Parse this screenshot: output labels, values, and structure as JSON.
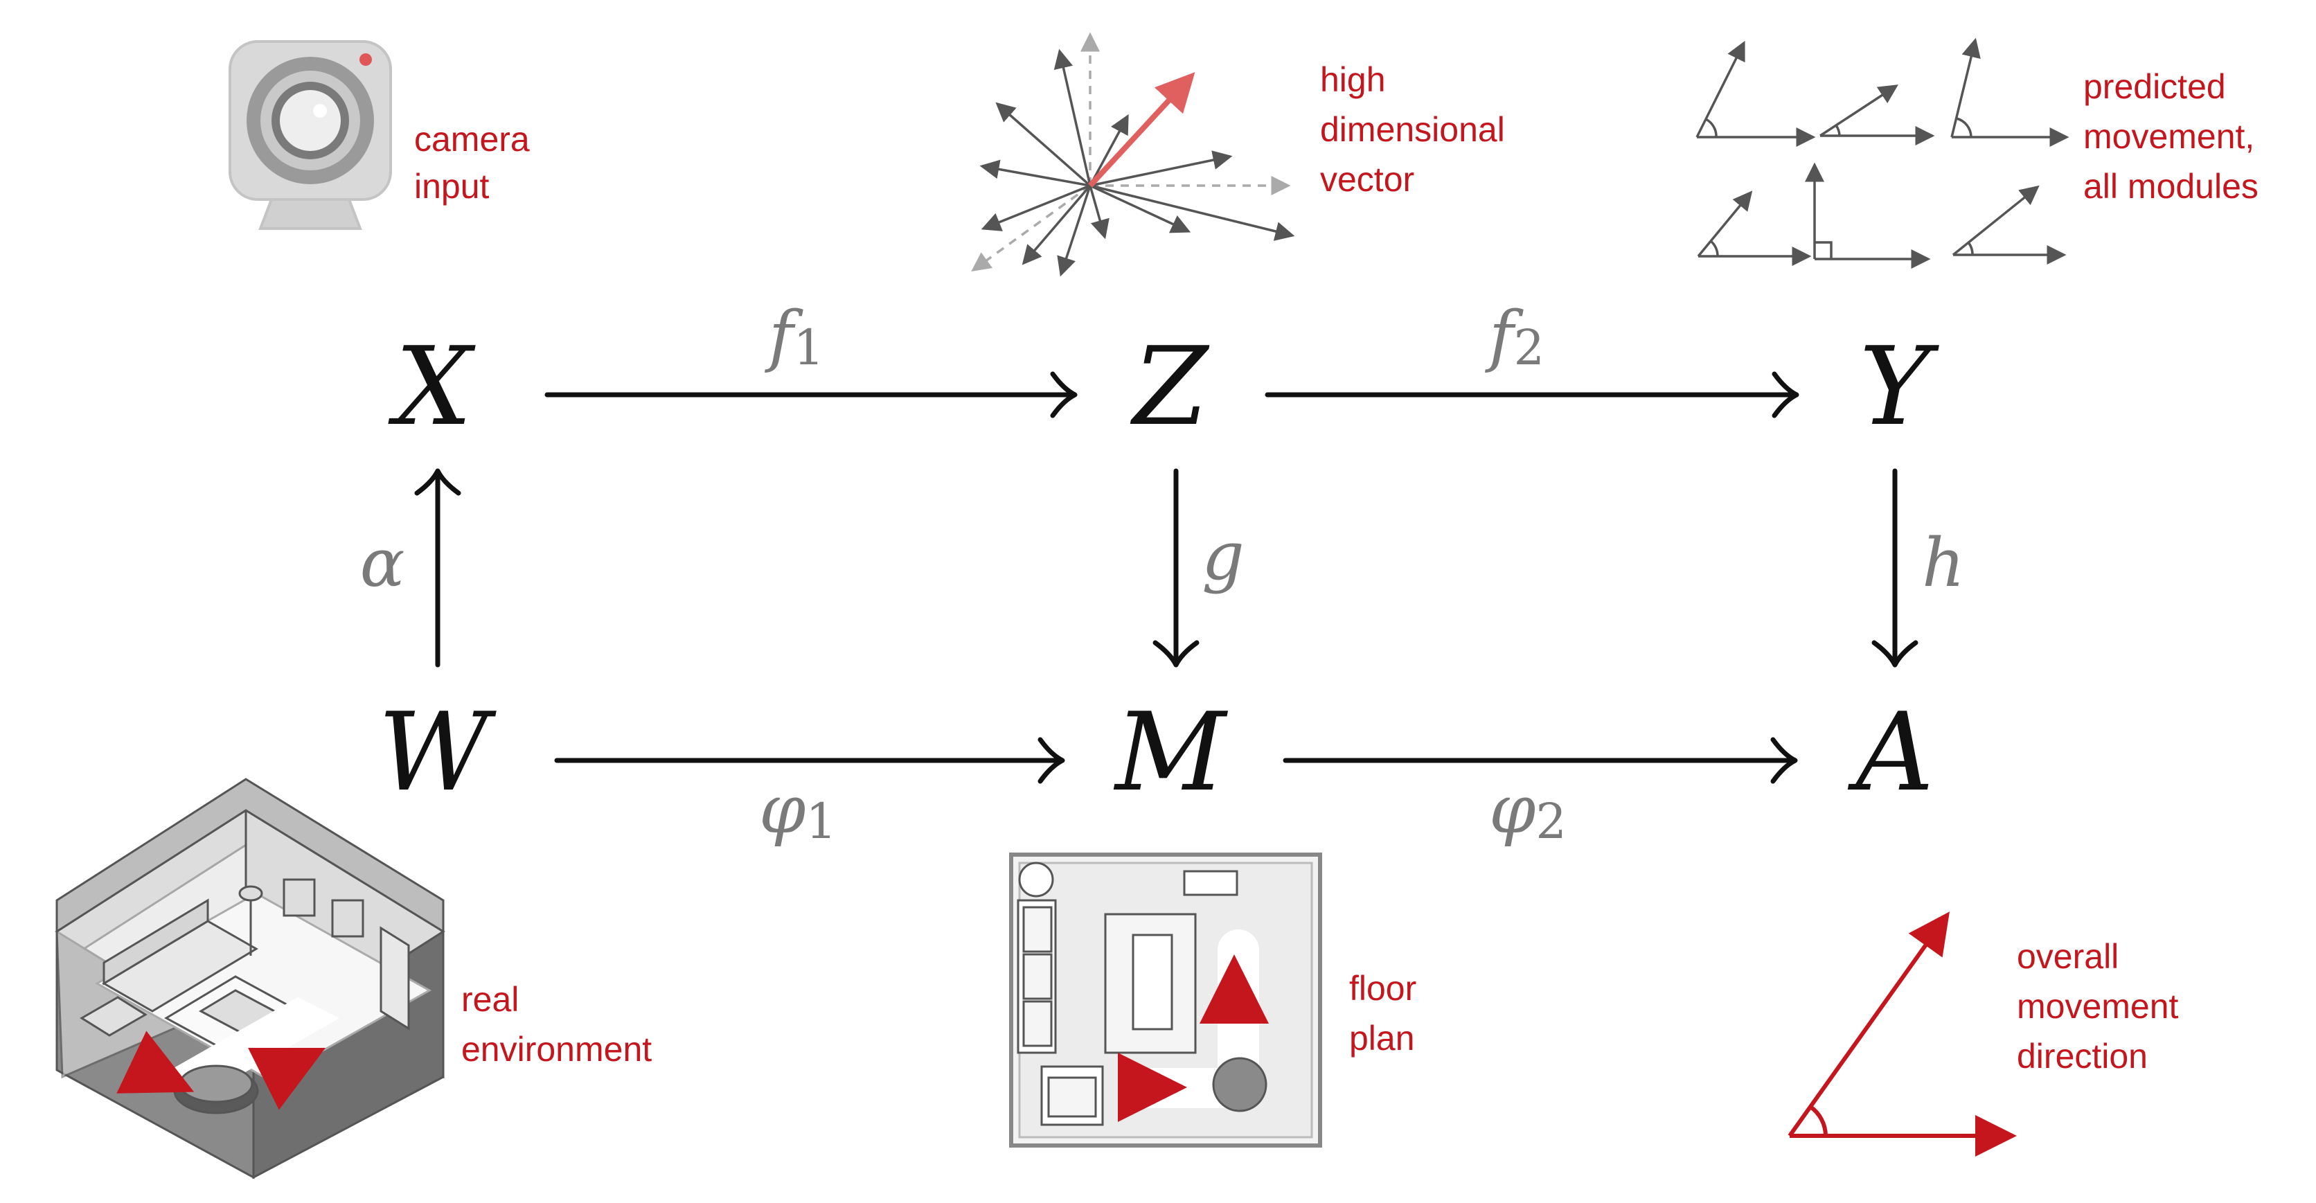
{
  "nodes": {
    "X": "X",
    "Z": "Z",
    "Y": "Y",
    "W": "W",
    "M": "M",
    "A": "A"
  },
  "maps": {
    "f1": {
      "symbol": "f",
      "sub": "1"
    },
    "f2": {
      "symbol": "f",
      "sub": "2"
    },
    "alpha": "α",
    "g": "g",
    "h": "h",
    "phi1": {
      "symbol": "φ",
      "sub": "1"
    },
    "phi2": {
      "symbol": "φ",
      "sub": "2"
    }
  },
  "captions": {
    "camera": [
      "camera",
      "input"
    ],
    "vector": [
      "high",
      "dimensional",
      "vector"
    ],
    "predicted": [
      "predicted",
      "movement,",
      "all  modules"
    ],
    "real_env": [
      "real",
      "environment"
    ],
    "floor_plan": [
      "floor",
      "plan"
    ],
    "overall": [
      "overall",
      "movement",
      "direction"
    ]
  },
  "colors": {
    "caption": "#c4161c",
    "arrow": "#111111",
    "map_label": "#7a7a7a",
    "highlight_vector": "#e06060"
  },
  "icons": [
    "camera-icon",
    "vector-bundle-icon",
    "angle-icons",
    "room-illustration",
    "floor-plan-illustration",
    "overall-direction-icon"
  ]
}
